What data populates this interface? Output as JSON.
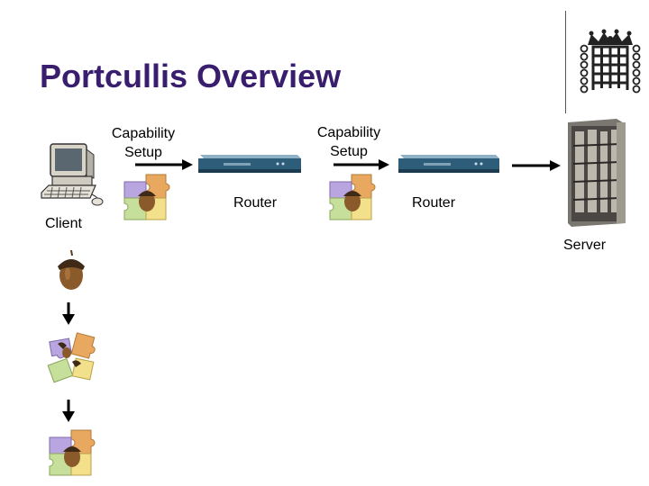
{
  "slide": {
    "title": "Portcullis Overview"
  },
  "nodes": {
    "client_label": "Client",
    "router1_label": "Router",
    "router2_label": "Router",
    "server_label": "Server"
  },
  "steps": {
    "capability_setup_1": [
      "Capability",
      "Setup"
    ],
    "capability_setup_2": [
      "Capability",
      "Setup"
    ]
  },
  "colors": {
    "title": "#3a1e6e",
    "router_body": "#2e5d7a",
    "acorn": "#8a5a2b",
    "puzzle_orange": "#e9a860",
    "puzzle_purple": "#b9a6e0",
    "puzzle_green": "#c6df9a",
    "puzzle_yellow": "#f3e08a"
  },
  "icons": [
    "portcullis-logo-icon",
    "client-computer-icon",
    "router-icon",
    "server-rack-icon",
    "acorn-icon",
    "puzzle-icon",
    "arrow-right-icon",
    "arrow-down-icon"
  ]
}
